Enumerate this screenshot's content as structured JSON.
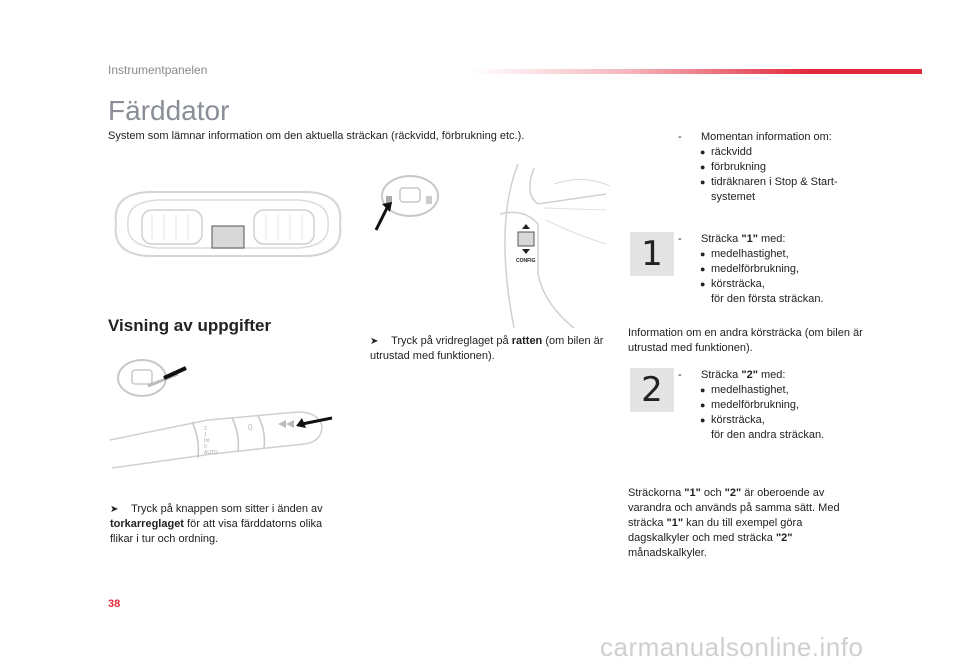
{
  "header": {
    "section": "Instrumentpanelen",
    "title": "Färddator",
    "intro": "System som lämnar information om den aktuella sträckan (räckvidd, förbrukning etc.)."
  },
  "subheading": "Visning av uppgifter",
  "steering_instruction": {
    "prefix": "Tryck på vridreglaget på ",
    "bold": "ratten",
    "suffix": " (om bilen är utrustad med funktionen)."
  },
  "stalk_instruction": {
    "prefix": "Tryck på knappen som sitter i änden av ",
    "bold": "torkarreglaget",
    "suffix": " för att visa färddatorns olika flikar i tur och ordning."
  },
  "illustration": {
    "config_label": "CONFIG",
    "stalk_positions": [
      "2",
      "1",
      "Int",
      "0",
      "AUTO"
    ]
  },
  "momentary": {
    "dash": "-",
    "lead": "Momentan information om:",
    "items": [
      "räckvidd",
      "förbrukning",
      "tidräknaren i Stop & Start-",
      "systemet"
    ]
  },
  "trip1": {
    "number": "1",
    "dash": "-",
    "lead_prefix": "Sträcka ",
    "lead_bold": "\"1\"",
    "lead_suffix": " med:",
    "items": [
      "medelhastighet,",
      "medelförbrukning,",
      "körsträcka,",
      "för den första sträckan."
    ]
  },
  "second_trip_info": "Information om en andra körsträcka (om bilen är utrustad med funktionen).",
  "trip2": {
    "number": "2",
    "dash": "-",
    "lead_prefix": "Sträcka ",
    "lead_bold": "\"2\"",
    "lead_suffix": " med:",
    "items": [
      "medelhastighet,",
      "medelförbrukning,",
      "körsträcka,",
      "för den andra sträckan."
    ]
  },
  "independence_note": {
    "p1": "Sträckorna ",
    "b1": "\"1\"",
    "p2": " och ",
    "b2": "\"2\"",
    "p3": " är oberoende av varandra och används på samma sätt. Med sträcka ",
    "b3": "\"1\"",
    "p4": " kan du till exempel göra dagskalkyler och med sträcka ",
    "b4": "\"2\"",
    "p5": " månadskalkyler."
  },
  "page_number": "38",
  "watermark": "carmanualsonline.info",
  "colors": {
    "accent": "#e2293b",
    "title_gray": "#8a8e96"
  }
}
